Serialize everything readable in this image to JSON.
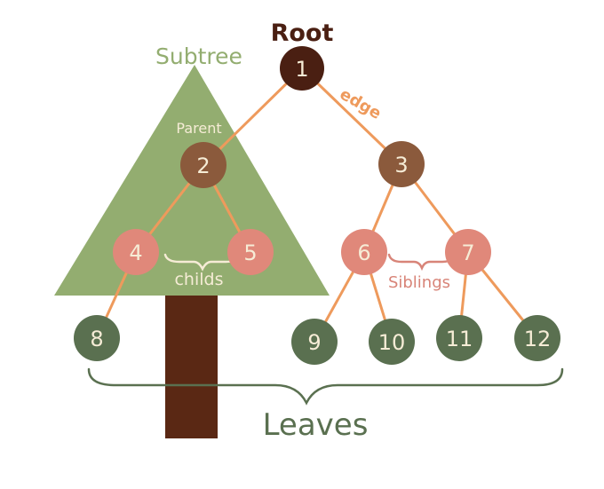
{
  "labels": {
    "root": "Root",
    "subtree": "Subtree",
    "parent": "Parent",
    "edge": "edge",
    "childs": "childs",
    "siblings": "Siblings",
    "leaves": "Leaves"
  },
  "nodes": [
    {
      "id": "1",
      "label": "1",
      "kind": "root"
    },
    {
      "id": "2",
      "label": "2",
      "kind": "internal"
    },
    {
      "id": "3",
      "label": "3",
      "kind": "internal"
    },
    {
      "id": "4",
      "label": "4",
      "kind": "child"
    },
    {
      "id": "5",
      "label": "5",
      "kind": "child"
    },
    {
      "id": "6",
      "label": "6",
      "kind": "child"
    },
    {
      "id": "7",
      "label": "7",
      "kind": "child"
    },
    {
      "id": "8",
      "label": "8",
      "kind": "leaf"
    },
    {
      "id": "9",
      "label": "9",
      "kind": "leaf"
    },
    {
      "id": "10",
      "label": "10",
      "kind": "leaf"
    },
    {
      "id": "11",
      "label": "11",
      "kind": "leaf"
    },
    {
      "id": "12",
      "label": "12",
      "kind": "leaf"
    }
  ],
  "edges": [
    [
      "1",
      "2"
    ],
    [
      "1",
      "3"
    ],
    [
      "2",
      "4"
    ],
    [
      "2",
      "5"
    ],
    [
      "3",
      "6"
    ],
    [
      "3",
      "7"
    ],
    [
      "4",
      "8"
    ],
    [
      "6",
      "9"
    ],
    [
      "6",
      "10"
    ],
    [
      "7",
      "11"
    ],
    [
      "7",
      "12"
    ]
  ],
  "colors": {
    "root": "#4a1f12",
    "internal": "#8b5a3c",
    "child": "#e0887a",
    "leaf": "#5a7050",
    "edge": "#ee9a5c",
    "subtree": "#93ad70",
    "trunk": "#5a2814",
    "leaves_bracket": "#5a7050",
    "label_root": "#4a1f12",
    "label_subtree": "#93ad70",
    "label_edge": "#ee9a5c",
    "label_siblings": "#d88478",
    "label_leaves": "#5a7050",
    "label_light": "#f6ecd6"
  }
}
